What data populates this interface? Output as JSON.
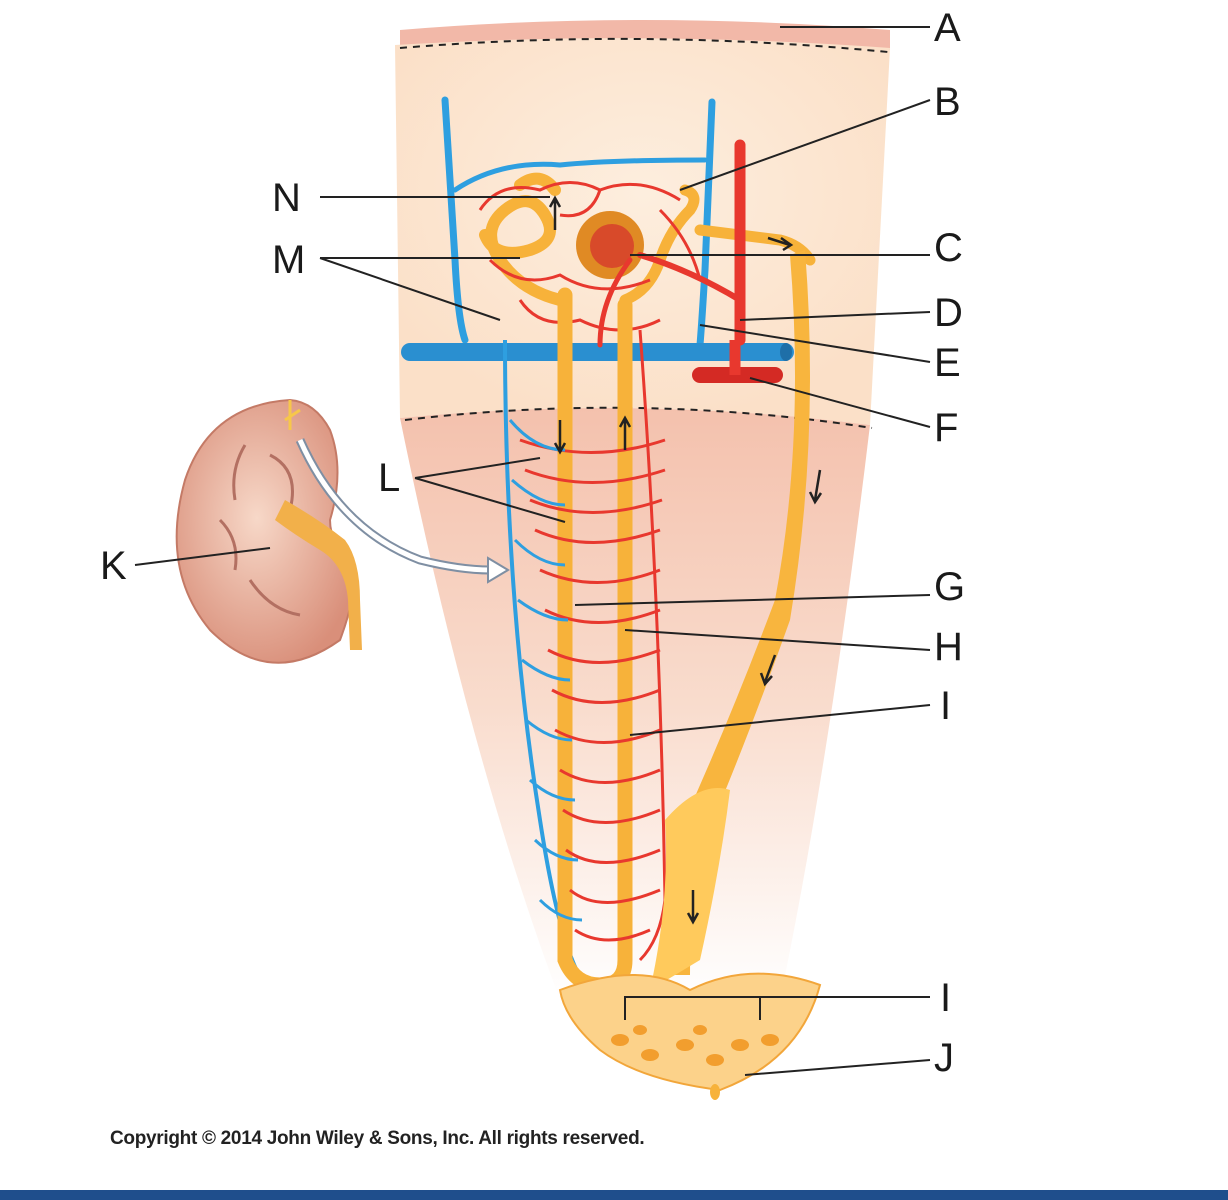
{
  "labels": {
    "a": "A",
    "b": "B",
    "c": "C",
    "d": "D",
    "e": "E",
    "f": "F",
    "g": "G",
    "h": "H",
    "i1": "I",
    "i2": "I",
    "j": "J",
    "k": "K",
    "l": "L",
    "m": "M",
    "n": "N"
  },
  "copyright": "Copyright © 2014 John Wiley & Sons, Inc. All rights reserved.",
  "colors": {
    "artery": "#e8382e",
    "vein": "#2e9fe0",
    "tubule": "#f7b23a",
    "cortex": "#fbe3cf",
    "medulla": "#f6c9b6",
    "footer_bar": "#1f4e8c"
  }
}
